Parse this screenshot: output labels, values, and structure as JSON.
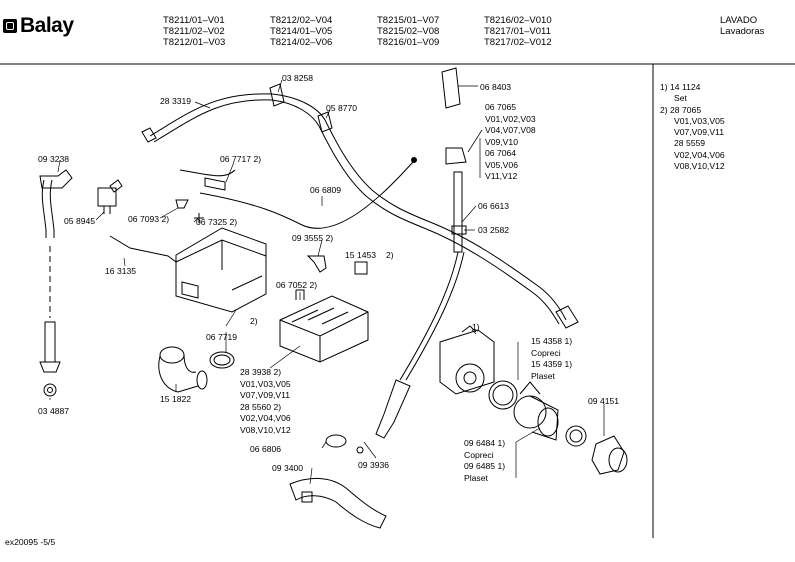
{
  "header": {
    "brand": "Balay",
    "models": [
      [
        "T8211/01–V01",
        "T8211/02–V02",
        "T8212/01–V03"
      ],
      [
        "T8212/02–V04",
        "T8214/01–V05",
        "T8214/02–V06"
      ],
      [
        "T8215/01–V07",
        "T8215/02–V08",
        "T8216/01–V09"
      ],
      [
        "T8216/02–V010",
        "T8217/01–V011",
        "T8217/02–V012"
      ]
    ],
    "category": "LAVADO",
    "subcategory": "Lavadoras"
  },
  "parts": {
    "p038258": "03 8258",
    "p283319": "28 3319",
    "p058770": "05 8770",
    "p068403": "06 8403",
    "p093238": "09 3238",
    "p067717": "06 7717 2)",
    "p067065_block": [
      "06 7065",
      "V01,V02,V03",
      "V04,V07,V08",
      "V09,V10",
      "06 7064",
      "V05,V06",
      "V11,V12"
    ],
    "p066809": "06 6809",
    "p058945": "05 8945",
    "p067093": "06 7093 2)",
    "p067325": "06 7325 2)",
    "p066613": "06 6613",
    "p032582": "03 2582",
    "p093555": "09 3555 2)",
    "p151453": "15 1453",
    "p151453_note": "2)",
    "p163135": "16 3135",
    "p067052": "06 7052 2)",
    "p_2": "2)",
    "p_1": "1)",
    "p067719": "06 7719",
    "p154358_block": [
      "15 4358 1)",
      "Copreci",
      "15 4359 1)",
      "Plaset"
    ],
    "p283938_block": [
      "28 3938 2)",
      "V01,V03,V05",
      "V07,V09,V11",
      "28 5560 2)",
      "V02,V04,V06",
      "V08,V10,V12"
    ],
    "p151822": "15 1822",
    "p094151": "09 4151",
    "p034887": "03 4887",
    "p096484_block": [
      "09 6484 1)",
      "Copreci",
      "09 6485 1)",
      "Plaset"
    ],
    "p066806": "06 6806",
    "p093400": "09 3400",
    "p093936": "09 3936"
  },
  "notes": [
    "1)  14 1124",
    "Set",
    "2)  28 7065",
    "V01,V03,V05",
    "V07,V09,V11",
    "28 5559",
    "V02,V04,V06",
    "V08,V10,V12"
  ],
  "footer": {
    "code": "ex20095  -5/5"
  }
}
